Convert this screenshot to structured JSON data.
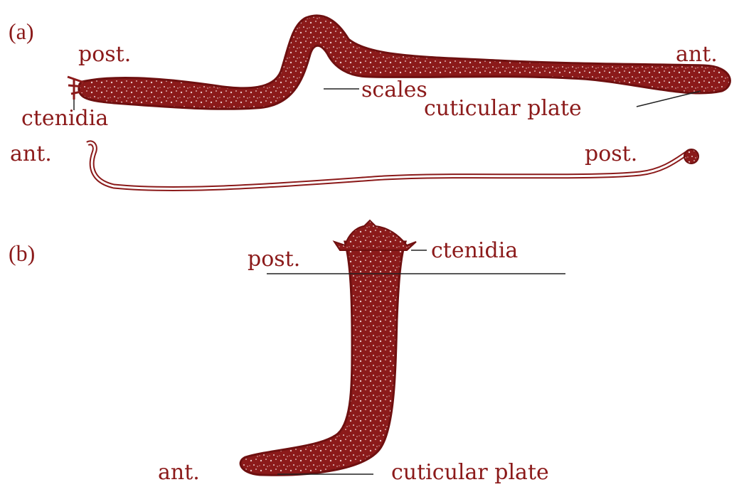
{
  "colors": {
    "body": "#8b1a1a",
    "body_dark": "#6e1010",
    "speckle": "#e8c8c8",
    "background": "#ffffff"
  },
  "panel_a": {
    "label": "(a)",
    "worm_top": {
      "post": "post.",
      "ant": "ant.",
      "ctenidia": "ctenidia",
      "scales": "scales",
      "cuticular_plate": "cuticular plate"
    },
    "worm_bottom": {
      "ant": "ant.",
      "post": "post."
    }
  },
  "panel_b": {
    "label": "(b)",
    "post": "post.",
    "ctenidia": "ctenidia",
    "ant": "ant.",
    "cuticular_plate": "cuticular plate"
  }
}
